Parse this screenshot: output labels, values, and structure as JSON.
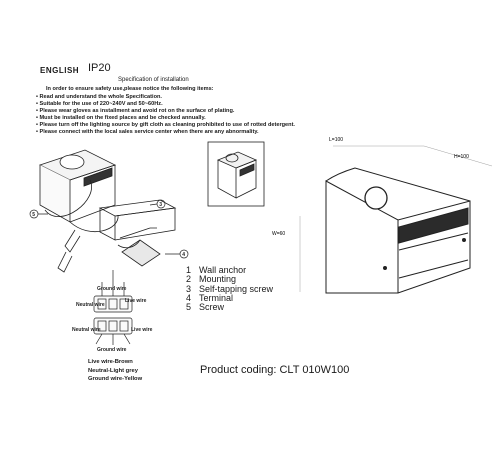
{
  "header": {
    "language": "ENGLISH",
    "rating": "IP20",
    "spec_title": "Specification of installation"
  },
  "intro": "In order to ensure safety use,please notice the following items:",
  "rules": [
    "Read and understand the whole Specification.",
    "Suitable for the use of 220~240V and 50~60Hz.",
    "Please wear gloves as installment and avoid rot on the surface of plating.",
    "Must be installed on the fixed places and be checked annually.",
    "Please turn off the lighting source by gift cloth as cleaning prohibited to use of rotted detergent.",
    "Please connect with the local sales service center when there are any abnormality."
  ],
  "parts": [
    {
      "num": "1",
      "label": "Wall anchor"
    },
    {
      "num": "2",
      "label": "Mounting"
    },
    {
      "num": "3",
      "label": "Self-tapping screw"
    },
    {
      "num": "4",
      "label": "Terminal"
    },
    {
      "num": "5",
      "label": "Screw"
    }
  ],
  "dimensions": {
    "length": "L=100",
    "height": "H=100",
    "width": "W=60"
  },
  "wiring": {
    "ground_wire": "Ground wire",
    "neutral_wire": "Neutral wire",
    "live_wire": "Live wire",
    "legend": [
      "Live wire-Brown",
      "Neutral-Light grey",
      "Ground wire-Yellow"
    ]
  },
  "callouts": [
    "5",
    "3",
    "4"
  ],
  "product_coding": "Product coding: CLT 010W100"
}
